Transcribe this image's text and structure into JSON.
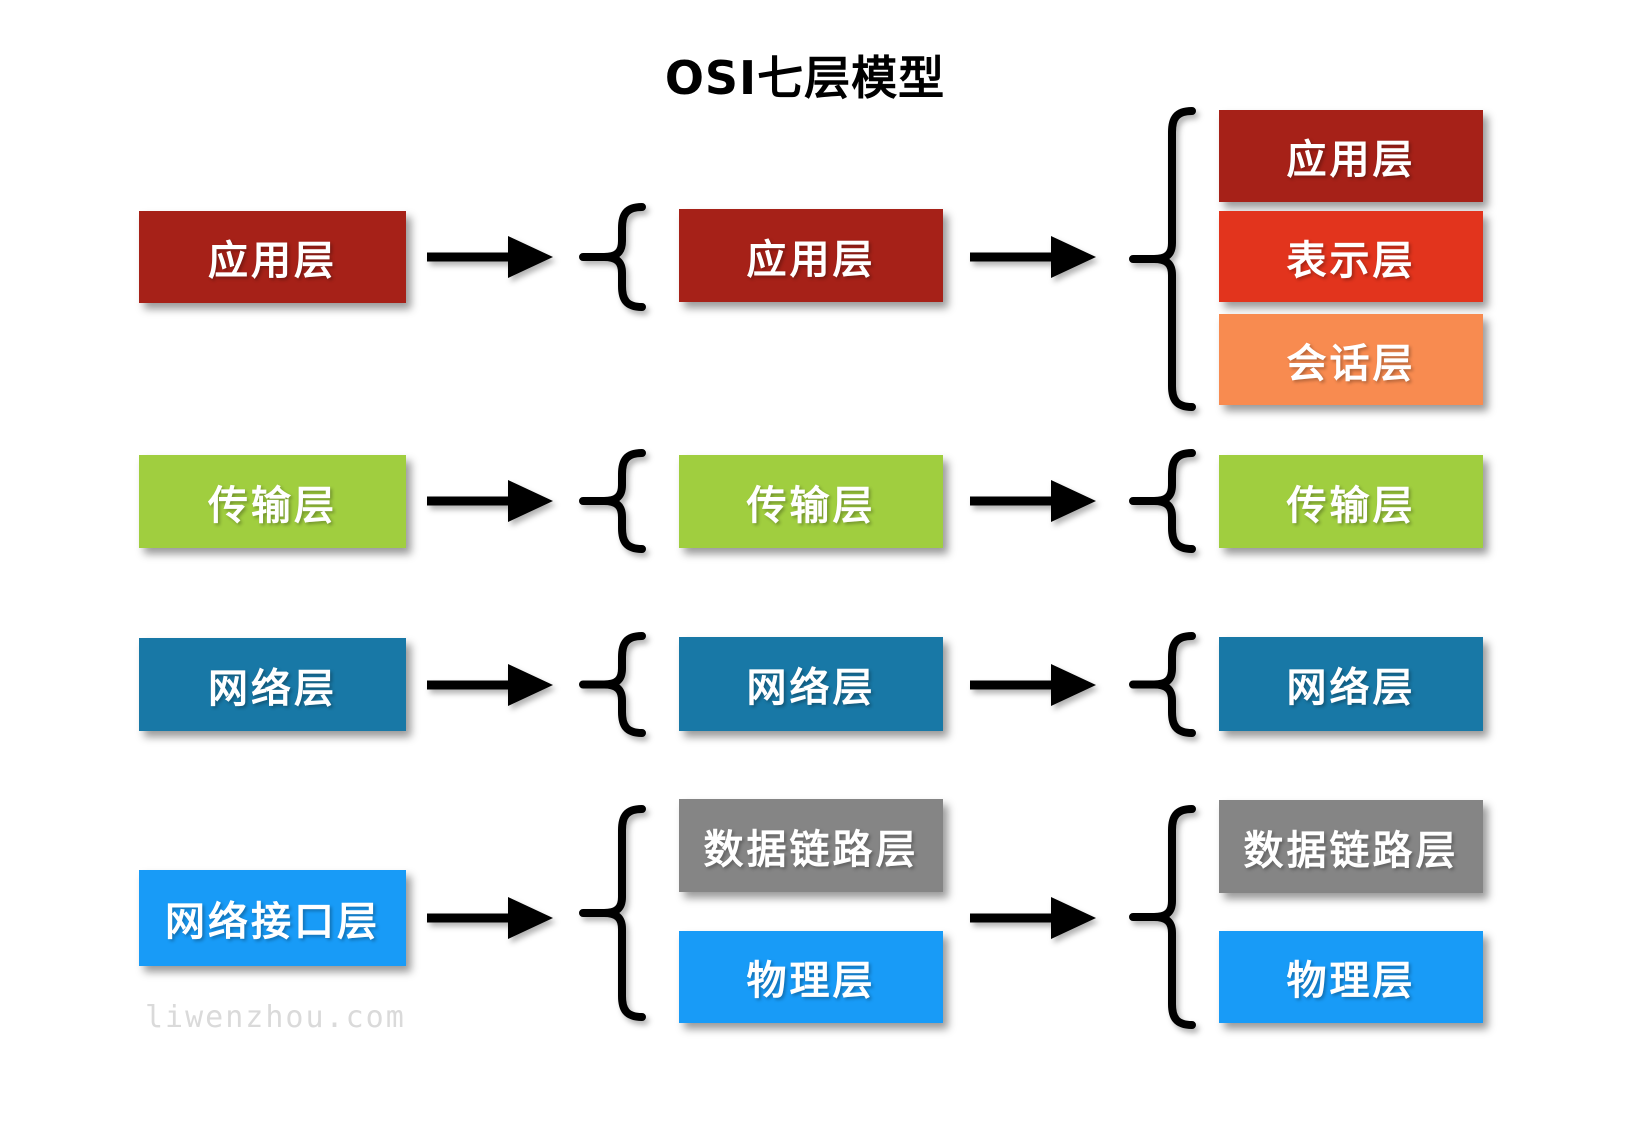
{
  "title": "OSI七层模型",
  "watermark": "liwenzhou.com",
  "colors": {
    "application_dark_red": "#A62118",
    "presentation_red": "#E2341D",
    "session_orange": "#F88B50",
    "transport_green": "#A0CE3F",
    "network_teal": "#1878A6",
    "datalink_gray": "#858585",
    "physical_blue": "#189BF7",
    "connector_black": "#000000",
    "watermark_gray": "#DADADA"
  },
  "icons": {
    "arrow": "→",
    "brace": "{"
  },
  "diagram": {
    "left_column": [
      {
        "label": "应用层",
        "color": "#A62118"
      },
      {
        "label": "传输层",
        "color": "#A0CE3F"
      },
      {
        "label": "网络层",
        "color": "#1878A6"
      },
      {
        "label": "网络接口层",
        "color": "#189BF7"
      }
    ],
    "middle_column": [
      {
        "label": "应用层",
        "color": "#A62118"
      },
      {
        "label": "传输层",
        "color": "#A0CE3F"
      },
      {
        "label": "网络层",
        "color": "#1878A6"
      },
      {
        "label": "数据链路层",
        "color": "#858585"
      },
      {
        "label": "物理层",
        "color": "#189BF7"
      }
    ],
    "right_column": [
      {
        "label": "应用层",
        "color": "#A62118"
      },
      {
        "label": "表示层",
        "color": "#E2341D"
      },
      {
        "label": "会话层",
        "color": "#F88B50"
      },
      {
        "label": "传输层",
        "color": "#A0CE3F"
      },
      {
        "label": "网络层",
        "color": "#1878A6"
      },
      {
        "label": "数据链路层",
        "color": "#858585"
      },
      {
        "label": "物理层",
        "color": "#189BF7"
      }
    ]
  }
}
